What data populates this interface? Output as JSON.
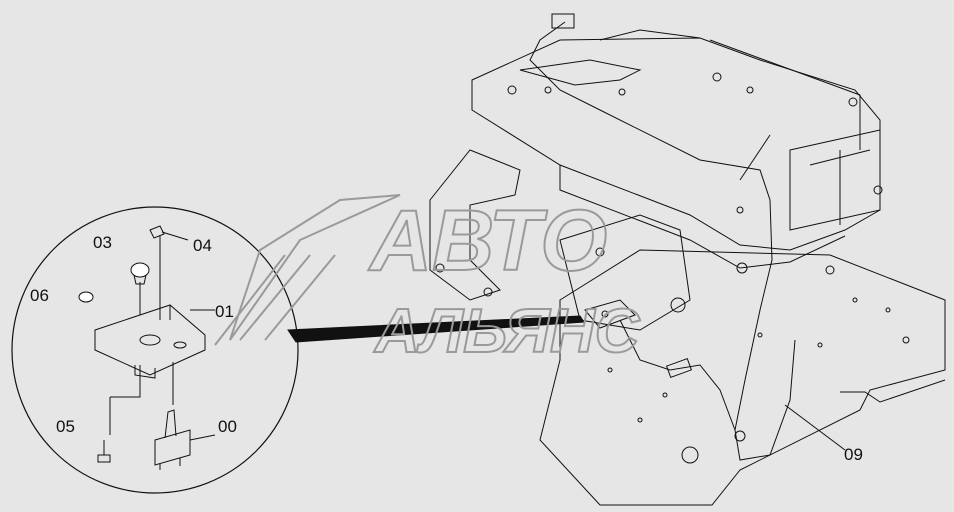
{
  "callouts": [
    {
      "id": "00",
      "text": "00"
    },
    {
      "id": "01",
      "text": "01"
    },
    {
      "id": "03",
      "text": "03"
    },
    {
      "id": "04",
      "text": "04"
    },
    {
      "id": "05",
      "text": "05"
    },
    {
      "id": "06",
      "text": "06"
    },
    {
      "id": "09",
      "text": "09"
    }
  ],
  "watermark": {
    "line1": "АВТО",
    "line2": "АЛЬЯНС"
  },
  "colors": {
    "background": "#e6e6e6",
    "line": "#111111",
    "watermark": "#9a9a9a"
  }
}
